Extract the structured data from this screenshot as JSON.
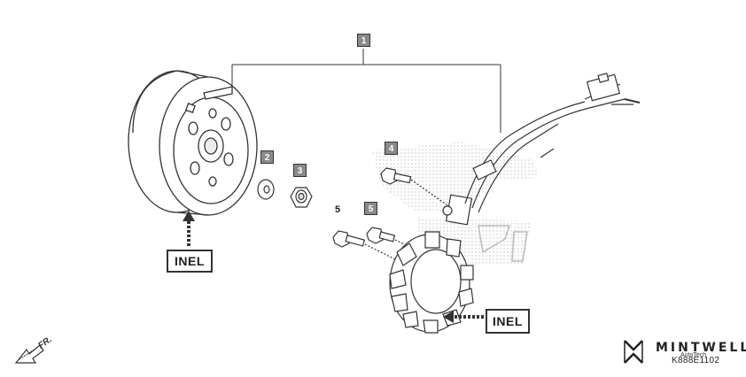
{
  "callouts": {
    "assembly": "1",
    "washer": "2",
    "nut": "3",
    "bolt_upper": "4",
    "bolt_lower_left": "5",
    "bolt_lower_right": "5"
  },
  "labels": {
    "inel_left": "INEL",
    "inel_right": "INEL",
    "front_arrow": "FR.",
    "part_code": "K888E1102"
  },
  "brand": {
    "name": "MINTWELL",
    "sub": "AutoTech"
  },
  "colors": {
    "line": "#333333",
    "callout_fill": "#8a8a8a",
    "watermark": "#b9b9b9"
  }
}
